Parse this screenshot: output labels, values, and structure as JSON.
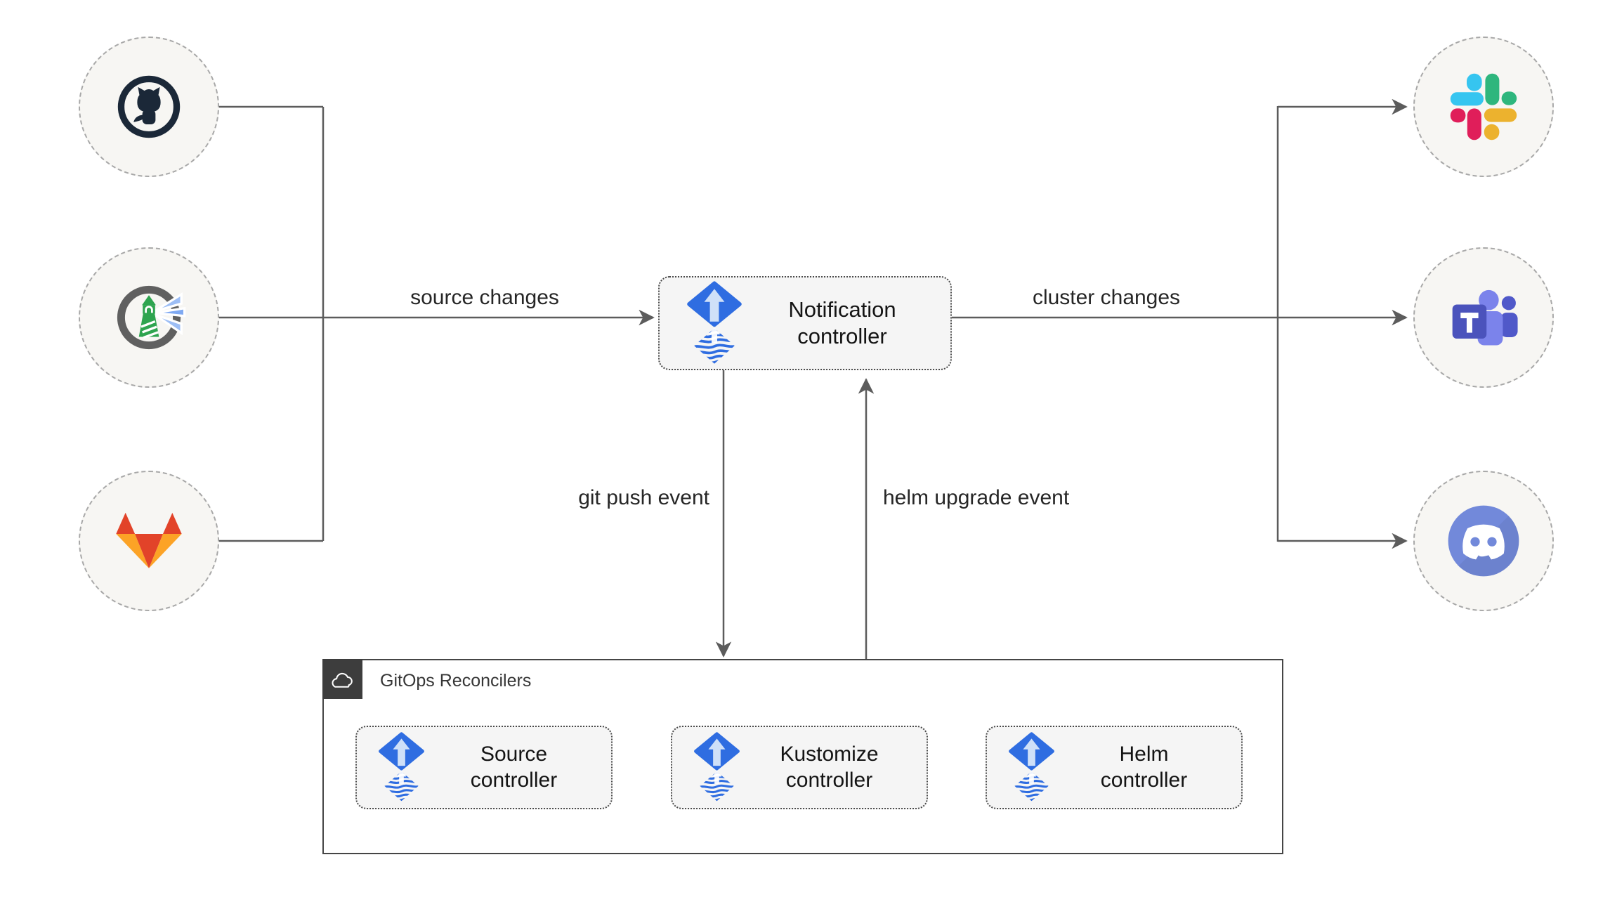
{
  "nodes": {
    "notification": {
      "label": "Notification controller"
    },
    "source": {
      "label": "Source controller"
    },
    "kustomize": {
      "label": "Kustomize controller"
    },
    "helm": {
      "label": "Helm controller"
    }
  },
  "edges": {
    "source_changes": "source changes",
    "cluster_changes": "cluster changes",
    "git_push": "git push event",
    "helm_upgrade": "helm upgrade event"
  },
  "container": {
    "title": "GitOps Reconcilers"
  },
  "endpoints": {
    "left": [
      "github-icon",
      "harbor-icon",
      "gitlab-icon"
    ],
    "right": [
      "slack-icon",
      "teams-icon",
      "discord-icon"
    ]
  },
  "colors": {
    "flux_blue": "#2F6DE1",
    "flux_arrow_light": "#CFE0F8",
    "connector_gray": "#5C5C5C",
    "node_fill": "#F5F5F5",
    "circle_fill": "#F7F6F3",
    "container_border": "#454545",
    "badge_dark": "#3D3D3D",
    "github_dark": "#1B2838",
    "harbor_green": "#2EA44F",
    "harbor_ring_gray": "#606060",
    "harbor_beam_blue": "#7FA9F2",
    "gitlab_red": "#E24329",
    "gitlab_orange": "#FCA326",
    "slack_blue": "#36C5F0",
    "slack_green": "#2EB67D",
    "slack_yellow": "#ECB22E",
    "slack_red": "#E01E5A",
    "teams_purple": "#4B53BC",
    "teams_light_purple": "#7B83EB",
    "teams_mid_purple": "#5059C9",
    "discord_blurple": "#7289DA"
  }
}
